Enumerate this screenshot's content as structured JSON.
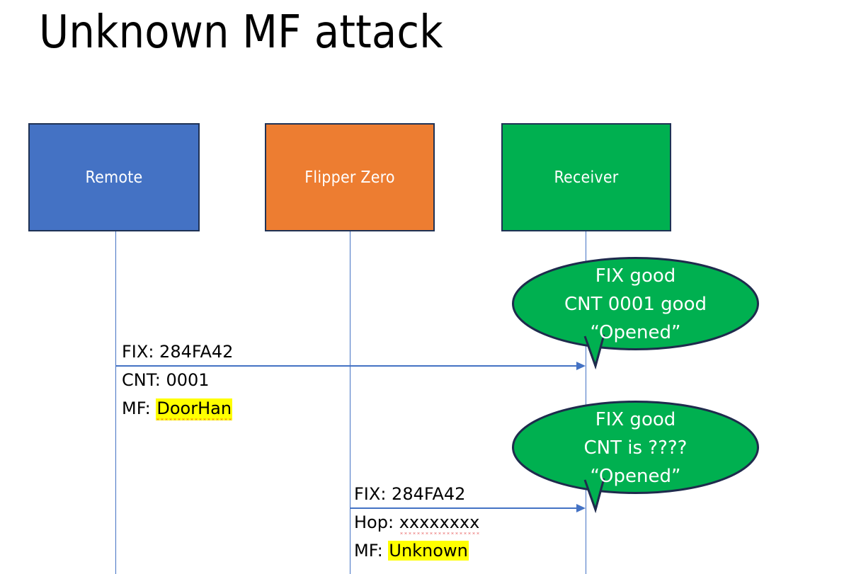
{
  "slide": {
    "title": "Unknown MF attack",
    "background": "#FFFFFF"
  },
  "colors": {
    "remote_fill": "#4472C4",
    "flipper_fill": "#ED7D31",
    "receiver_fill": "#00B050",
    "box_border": "#1F3255",
    "line": "#4472C4",
    "callout_fill": "#00B050",
    "callout_border": "#1F2B4D",
    "highlight": "#FFFF00",
    "text_dark": "#000000",
    "text_light": "#FFFFFF"
  },
  "actors": [
    {
      "id": "remote",
      "label": "Remote"
    },
    {
      "id": "flipper",
      "label": "Flipper Zero"
    },
    {
      "id": "receiver",
      "label": "Receiver"
    }
  ],
  "messages": [
    {
      "id": "msg-1",
      "from": "remote",
      "to": "receiver",
      "lines": [
        {
          "label": "FIX: ",
          "value": "284FA42",
          "highlight": false,
          "spellerror": false
        },
        {
          "label": "CNT: ",
          "value": "0001",
          "highlight": false,
          "spellerror": false
        },
        {
          "label": "MF: ",
          "value": "DoorHan",
          "highlight": true,
          "spellerror": true
        }
      ]
    },
    {
      "id": "msg-2",
      "from": "flipper",
      "to": "receiver",
      "lines": [
        {
          "label": "FIX: ",
          "value": "284FA42",
          "highlight": false,
          "spellerror": false
        },
        {
          "label": "Hop: ",
          "value": "xxxxxxxx",
          "highlight": false,
          "spellerror": true
        },
        {
          "label": "MF: ",
          "value": "Unknown",
          "highlight": true,
          "spellerror": false
        }
      ]
    }
  ],
  "callouts": [
    {
      "id": "callout-1",
      "anchor": "msg-1",
      "lines": [
        "FIX good",
        "CNT 0001 good",
        "“Opened”"
      ]
    },
    {
      "id": "callout-2",
      "anchor": "msg-2",
      "lines": [
        "FIX good",
        "CNT is ????",
        "“Opened”"
      ]
    }
  ]
}
